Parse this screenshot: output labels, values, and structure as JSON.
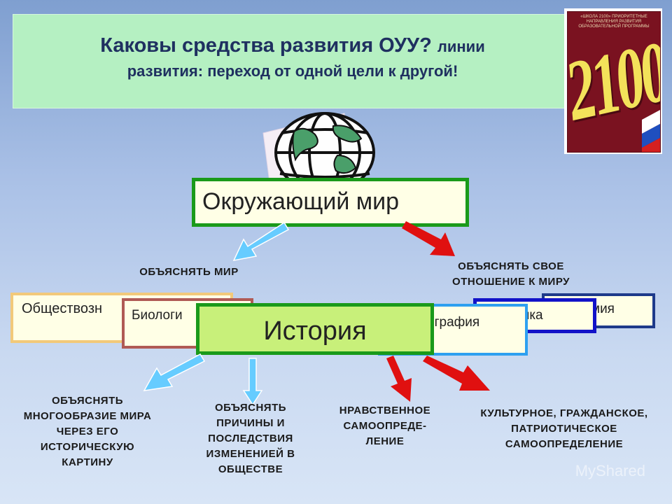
{
  "header": {
    "title_main": "Каковы средства развития ОУУ?",
    "title_small": "линии",
    "title_line2": "развития: переход от одной цели к другой!"
  },
  "book": {
    "top_text": "«ШКОЛА 2100» ПРИОРИТЕТНЫЕ НАПРАВЛЕНИЯ РАЗВИТИЯ ОБРАЗОВАТЕЛЬНОЙ ПРОГРАММЫ",
    "number": "2100"
  },
  "center_box": "Окружающий мир",
  "left_label": "ОБЪЯСНЯТЬ МИР",
  "right_label": "ОБЪЯСНЯТЬ СВОЕ ОТНОШЕНИЕ К МИРУ",
  "subjects": {
    "social": "Обществозн",
    "biology": "Биологи",
    "geography": "ография",
    "physics": "зика",
    "chemistry": "мия"
  },
  "history_box": "История",
  "bottom_labels": {
    "l1": "ОБЪЯСНЯТЬ МНОГООБРАЗИЕ МИРА ЧЕРЕЗ ЕГО ИСТОРИЧЕСКУЮ КАРТИНУ",
    "l2": "ОБЪЯСНЯТЬ ПРИЧИНЫ И ПОСЛЕДСТВИЯ ИЗМЕНЕНИЕЙ В ОБЩЕСТВЕ",
    "l3": "НРАВСТВЕННОЕ САМООПРЕДЕ-ЛЕНИЕ",
    "l4": "КУЛЬТУРНОЕ, ГРАЖДАНСКОЕ, ПАТРИОТИЧЕСКОЕ САМООПРЕДЕЛЕНИЕ"
  },
  "watermark": "MyShared",
  "colors": {
    "header_bg": "#b5f0c2",
    "title": "#1f3060",
    "green_border": "#1a9a1a",
    "blue_arrow": "#66ccff",
    "red_arrow": "#e01010"
  }
}
